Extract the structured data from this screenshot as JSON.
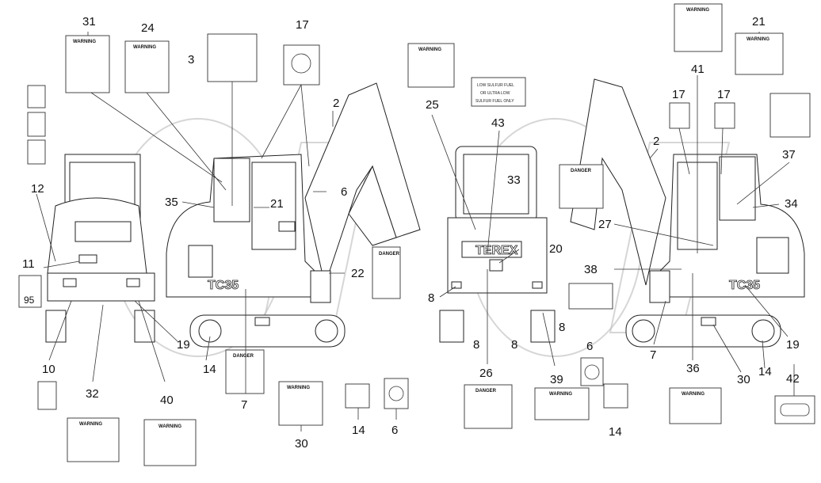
{
  "callouts": {
    "c31": "31",
    "c24": "24",
    "c3": "3",
    "c17a": "17",
    "c12": "12",
    "c11": "11",
    "c35": "35",
    "c21a": "21",
    "c6a": "6",
    "c2a": "2",
    "c22": "22",
    "c10": "10",
    "c19a": "19",
    "c14a": "14",
    "c7a": "7",
    "c32": "32",
    "c40": "40",
    "c30a": "30",
    "c14b": "14",
    "c6b": "6",
    "c25": "25",
    "c43": "43",
    "c33": "33",
    "c20": "20",
    "c8a": "8",
    "c8b": "8",
    "c8c": "8",
    "c8d": "8",
    "c26": "26",
    "c39": "39",
    "c41": "41",
    "c21b": "21",
    "c17b": "17",
    "c17c": "17",
    "c2b": "2",
    "c37": "37",
    "c34": "34",
    "c27": "27",
    "c38": "38",
    "c19b": "19",
    "c7b": "7",
    "c36": "36",
    "c30b": "30",
    "c14c": "14",
    "c42": "42",
    "c6c": "6",
    "c14d": "14"
  },
  "decal_text": {
    "warning": "WARNING",
    "danger": "DANGER",
    "brand": "TEREX",
    "model": "TC35",
    "badge_number": "95",
    "low_sulfur_line1": "LOW SULFUR FUEL",
    "low_sulfur_line2": "OR ULTRA LOW",
    "low_sulfur_line3": "SULFUR FUEL ONLY"
  }
}
